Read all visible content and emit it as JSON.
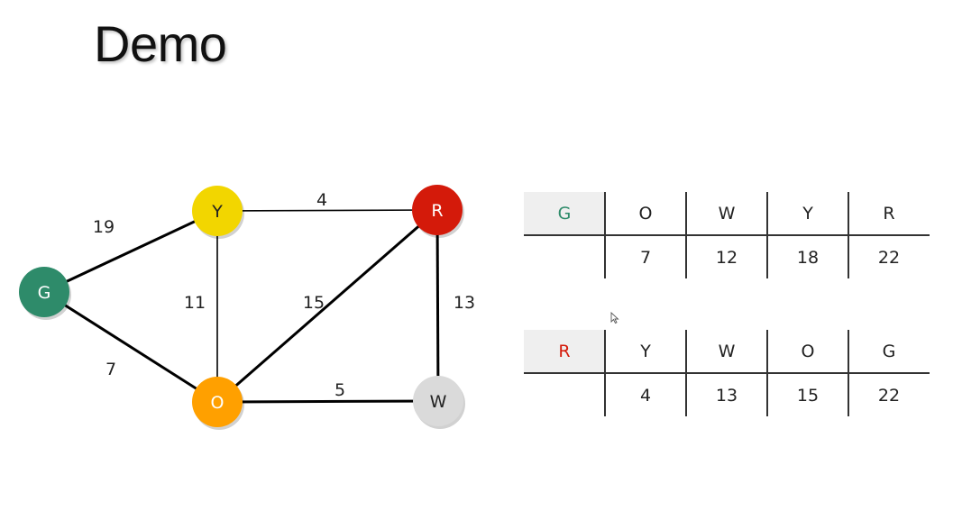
{
  "title": "Demo",
  "colors": {
    "G": "#2e8b6a",
    "Y": "#f2d600",
    "R": "#d41a0a",
    "O": "#ffa000",
    "W": "#dadada",
    "table_header_bg": "#efefef"
  },
  "graph": {
    "nodes": [
      {
        "id": "G",
        "label": "G",
        "text_color": "#ffffff"
      },
      {
        "id": "Y",
        "label": "Y",
        "text_color": "#222222"
      },
      {
        "id": "R",
        "label": "R",
        "text_color": "#ffffff"
      },
      {
        "id": "O",
        "label": "O",
        "text_color": "#ffffff"
      },
      {
        "id": "W",
        "label": "W",
        "text_color": "#222222"
      }
    ],
    "edges": [
      {
        "from": "G",
        "to": "Y",
        "weight": "19"
      },
      {
        "from": "G",
        "to": "O",
        "weight": "7"
      },
      {
        "from": "Y",
        "to": "R",
        "weight": "4"
      },
      {
        "from": "Y",
        "to": "O",
        "weight": "11"
      },
      {
        "from": "O",
        "to": "R",
        "weight": "15"
      },
      {
        "from": "R",
        "to": "W",
        "weight": "13"
      },
      {
        "from": "O",
        "to": "W",
        "weight": "5"
      }
    ]
  },
  "tables": [
    {
      "source": "G",
      "source_color": "#2e8b6a",
      "headers": [
        "O",
        "W",
        "Y",
        "R"
      ],
      "values": [
        "7",
        "12",
        "18",
        "22"
      ]
    },
    {
      "source": "R",
      "source_color": "#d41a0a",
      "headers": [
        "Y",
        "W",
        "O",
        "G"
      ],
      "values": [
        "4",
        "13",
        "15",
        "22"
      ]
    }
  ]
}
